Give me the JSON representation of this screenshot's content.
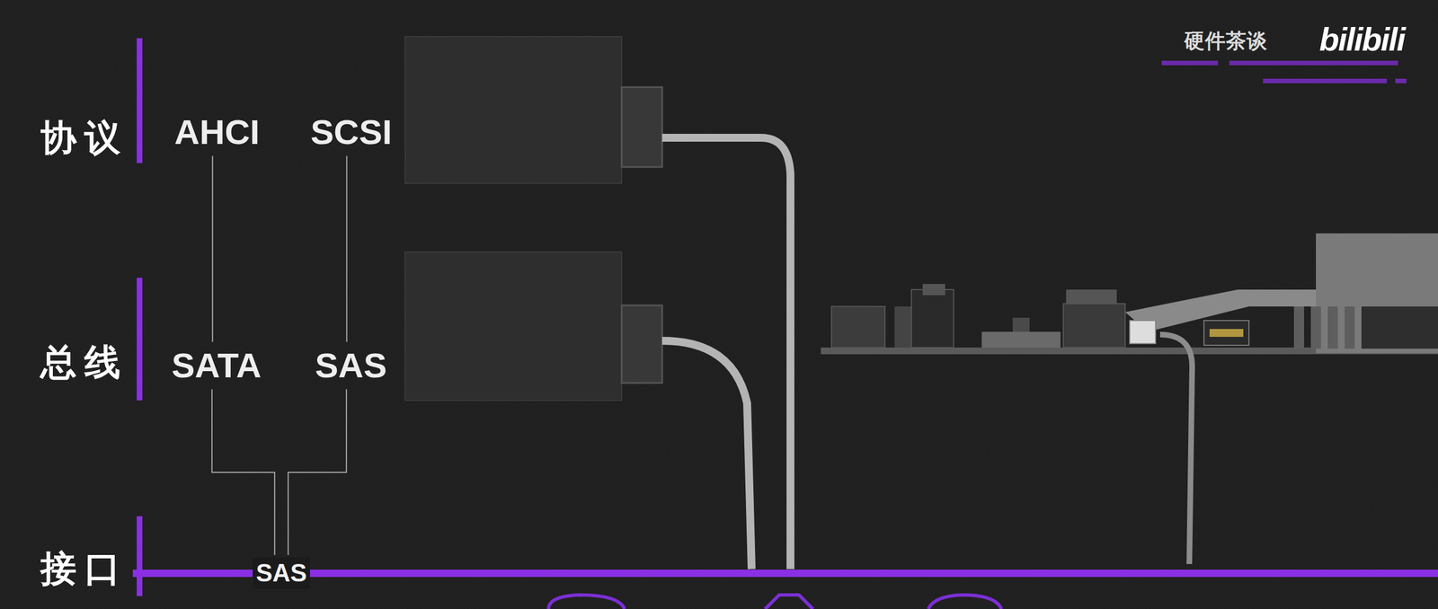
{
  "diagram": {
    "nodes": [
      {
        "text": [
          "AHCI"
        ]
      },
      {
        "text": [
          "SCSI"
        ]
      },
      {
        "text": [
          "SATA"
        ]
      },
      {
        "text": [
          "SAS"
        ]
      },
      {
        "text": [
          "SAS"
        ]
      }
    ],
    "edges": [
      {
        "from": 0,
        "to": 2,
        "arrow": "none"
      },
      {
        "from": 1,
        "to": 3,
        "arrow": "none"
      },
      {
        "from": 2,
        "to": 4,
        "arrow": "none"
      },
      {
        "from": 3,
        "to": 4,
        "arrow": "none"
      }
    ],
    "labels": [
      "协议",
      "总线",
      "接口",
      "硬件茶谈",
      "bilibili"
    ]
  }
}
